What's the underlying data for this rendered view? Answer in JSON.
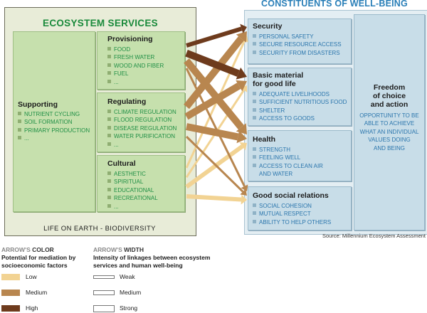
{
  "ecosystem": {
    "title": "ECOSYSTEM SERVICES",
    "footer": "LIFE ON EARTH - BIODIVERSITY",
    "supporting": {
      "title": "Supporting",
      "items": [
        "NUTRIENT CYCLING",
        "SOIL FORMATION",
        "PRIMARY PRODUCTION",
        "..."
      ]
    },
    "provisioning": {
      "title": "Provisioning",
      "items": [
        "FOOD",
        "FRESH WATER",
        "WOOD AND FIBER",
        "FUEL",
        "..."
      ]
    },
    "regulating": {
      "title": "Regulating",
      "items": [
        "CLIMATE REGULATION",
        "FLOOD REGULATION",
        "DISEASE REGULATION",
        "WATER PURIFICATION",
        "..."
      ]
    },
    "cultural": {
      "title": "Cultural",
      "items": [
        "AESTHETIC",
        "SPIRITUAL",
        "EDUCATIONAL",
        "RECREATIONAL",
        "..."
      ]
    }
  },
  "wellbeing": {
    "title": "CONSTITUENTS OF WELL-BEING",
    "security": {
      "title": "Security",
      "items": [
        "PERSONAL SAFETY",
        "SECURE RESOURCE ACCESS",
        "SECURITY FROM DISASTERS"
      ]
    },
    "basic": {
      "title_line1": "Basic material",
      "title_line2": "for good life",
      "items": [
        "ADEQUATE LIVELIHOODS",
        "SUFFICIENT NUTRITIOUS FOOD",
        "SHELTER",
        "ACCESS TO GOODS"
      ]
    },
    "health": {
      "title": "Health",
      "items": [
        "STRENGTH",
        "FEELING WELL",
        "ACCESS TO CLEAN AIR",
        "AND WATER"
      ]
    },
    "social": {
      "title": "Good social relations",
      "items": [
        "SOCIAL COHESION",
        "MUTUAL RESPECT",
        "ABILITY TO HELP OTHERS"
      ]
    },
    "freedom": {
      "title_lines": [
        "Freedom",
        "of choice",
        "and action"
      ],
      "desc_lines": [
        "OPPORTUNITY TO BE",
        "ABLE TO ACHIEVE",
        "WHAT AN INDIVIDUAL",
        "VALUES DOING",
        "AND BEING"
      ]
    }
  },
  "source": "Source: Millennium Ecosystem Assessment",
  "legend": {
    "color": {
      "head_prefix": "ARROW'S",
      "head_word": "COLOR",
      "sub_line1": "Potential for mediation by",
      "sub_line2": "socioeconomic factors",
      "levels": [
        {
          "label": "Low",
          "color": "#f2d393"
        },
        {
          "label": "Medium",
          "color": "#b8864f"
        },
        {
          "label": "High",
          "color": "#6e3b1d"
        }
      ]
    },
    "width": {
      "head_prefix": "ARROW'S",
      "head_word": "WIDTH",
      "sub_line1": "Intensity of linkages between ecosystem",
      "sub_line2": "services and human well-being",
      "levels": [
        {
          "label": "Weak"
        },
        {
          "label": "Medium"
        },
        {
          "label": "Strong"
        }
      ]
    }
  },
  "links": [
    {
      "from": "provisioning",
      "to": "security",
      "strength": "medium",
      "mediation": "high"
    },
    {
      "from": "provisioning",
      "to": "basic",
      "strength": "strong",
      "mediation": "high"
    },
    {
      "from": "provisioning",
      "to": "health",
      "strength": "strong",
      "mediation": "medium"
    },
    {
      "from": "provisioning",
      "to": "social",
      "strength": "weak",
      "mediation": "medium"
    },
    {
      "from": "regulating",
      "to": "security",
      "strength": "strong",
      "mediation": "medium"
    },
    {
      "from": "regulating",
      "to": "basic",
      "strength": "strong",
      "mediation": "medium"
    },
    {
      "from": "regulating",
      "to": "health",
      "strength": "strong",
      "mediation": "medium"
    },
    {
      "from": "regulating",
      "to": "social",
      "strength": "weak",
      "mediation": "medium"
    },
    {
      "from": "cultural",
      "to": "security",
      "strength": "weak",
      "mediation": "low"
    },
    {
      "from": "cultural",
      "to": "basic",
      "strength": "weak",
      "mediation": "low"
    },
    {
      "from": "cultural",
      "to": "health",
      "strength": "medium",
      "mediation": "low"
    },
    {
      "from": "cultural",
      "to": "social",
      "strength": "medium",
      "mediation": "low"
    }
  ]
}
